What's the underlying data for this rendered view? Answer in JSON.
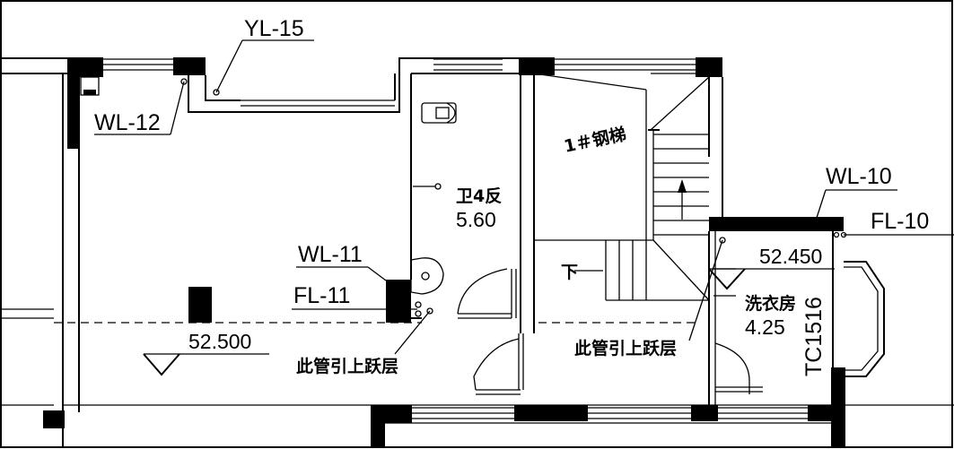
{
  "pipes": {
    "yl15": "YL-15",
    "wl12": "WL-12",
    "wl11": "WL-11",
    "fl11": "FL-11",
    "wl10": "WL-10",
    "fl10": "FL-10"
  },
  "rooms": {
    "bath_name": "卫4反",
    "bath_value": "5.60",
    "stair_name": "1＃钢梯",
    "laundry_name": "洗衣房",
    "laundry_value": "4.25",
    "down_mark": "下"
  },
  "levels": {
    "left": "52.500",
    "right": "52.450"
  },
  "notes": {
    "pipe_up_left": "此管引上跃层",
    "pipe_up_right": "此管引上跃层"
  },
  "window": {
    "code": "TC1516"
  }
}
